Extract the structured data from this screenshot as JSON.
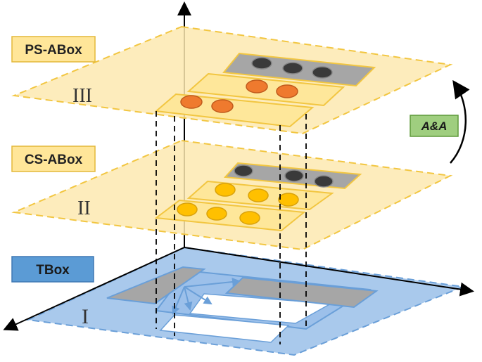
{
  "labels": {
    "ps_abox": "PS-ABox",
    "cs_abox": "CS-ABox",
    "tbox": "TBox",
    "aa": "A&A"
  },
  "layers": {
    "top_numeral": "III",
    "middle_numeral": "II",
    "bottom_numeral": "I"
  },
  "colors": {
    "abox_plane": "#fde9b0",
    "abox_border": "#f2c641",
    "tbox_plane": "#a9c9ec",
    "tbox_border": "#6a9fd8",
    "tbox_label": "#5b9bd5",
    "aa_box": "#9fce7f",
    "aa_border": "#5e9a3a",
    "dot_gray": "#3a3a3a",
    "dot_orange": "#ef7a2e",
    "dot_yellow": "#ffc000",
    "gray_bar": "#a6a6a6"
  }
}
